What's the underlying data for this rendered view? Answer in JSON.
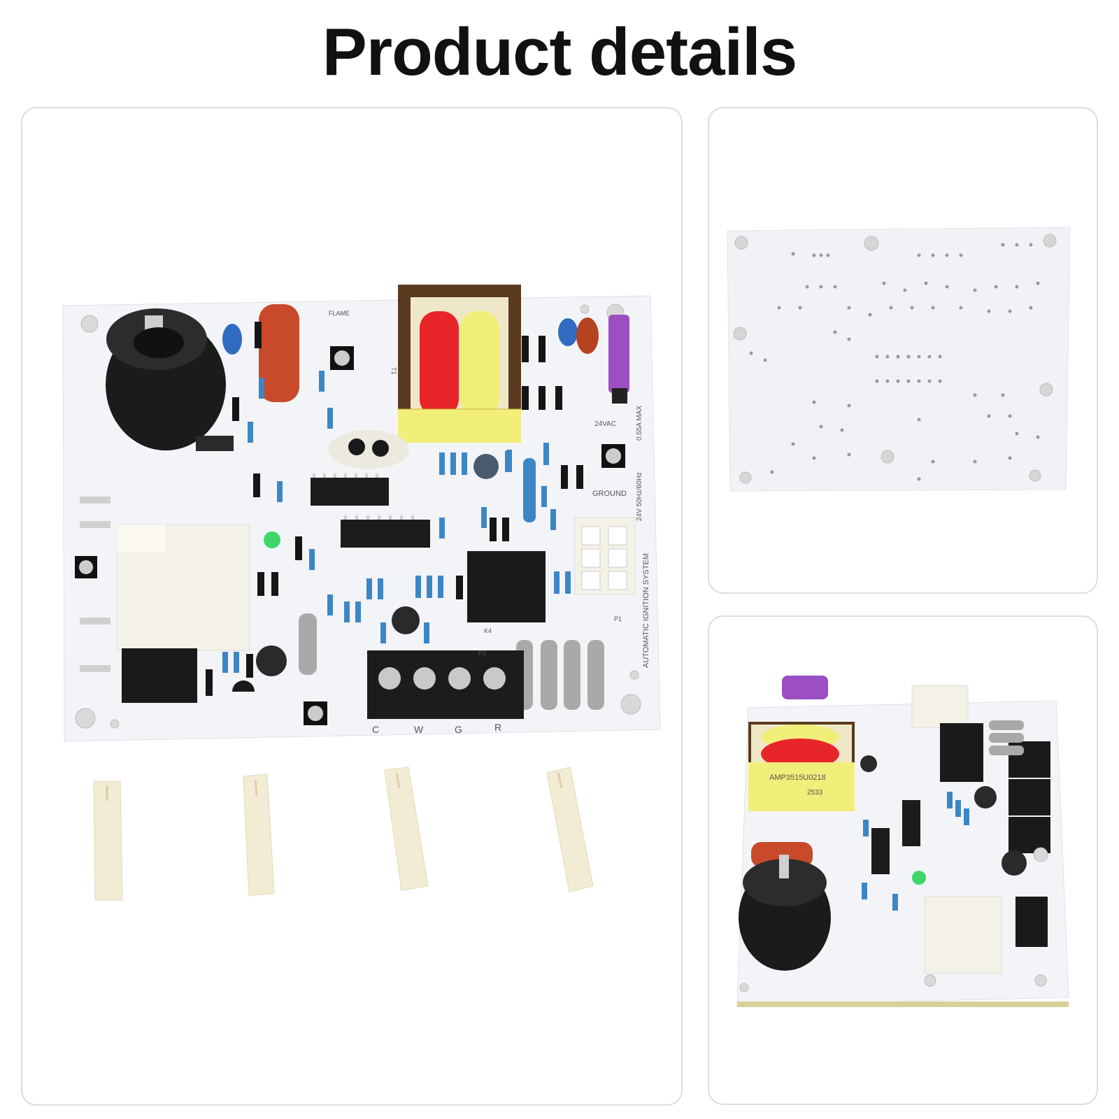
{
  "page": {
    "title": "Product details"
  },
  "board": {
    "terminal_labels": [
      "C",
      "W",
      "G",
      "R"
    ],
    "silk_side": "AUTOMATIC IGNITION SYSTEM",
    "silk_rating": "24V 50Hz/60Hz",
    "silk_current": "0.55A MAX",
    "silk_vac": "24VAC",
    "silk_ground": "GROUND",
    "silk_flame": "FLAME",
    "silk_k4": "K4",
    "silk_p1": "P1",
    "silk_p2": "P2",
    "silk_t1": "T1"
  },
  "angle_board": {
    "transformer_code": "AMP3515U0218",
    "transformer_sub": "2533"
  },
  "colors": {
    "pcb": "#f3f4f8",
    "relay_black": "#1a1a1a",
    "relay_white": "#f4f1e6",
    "transformer_frame": "#5a3a1e",
    "coil_red": "#e8262a",
    "coil_yellow": "#f2ee7a",
    "fuse_purple": "#9b4fc2",
    "spacer": "#f2ecd4"
  }
}
